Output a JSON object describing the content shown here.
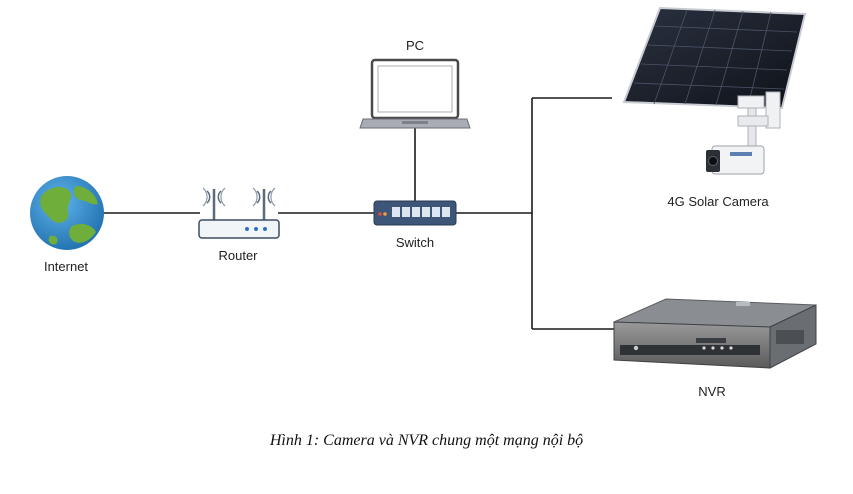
{
  "nodes": {
    "internet": "Internet",
    "router": "Router",
    "switch": "Switch",
    "pc": "PC",
    "camera": "4G Solar Camera",
    "nvr": "NVR"
  },
  "caption": "Hình 1: Camera và NVR chung một mạng nội bộ",
  "colors": {
    "ocean": "#2e86c9",
    "land": "#6fae3a",
    "switch_body": "#3d5577",
    "wire": "#1a1a1a"
  }
}
